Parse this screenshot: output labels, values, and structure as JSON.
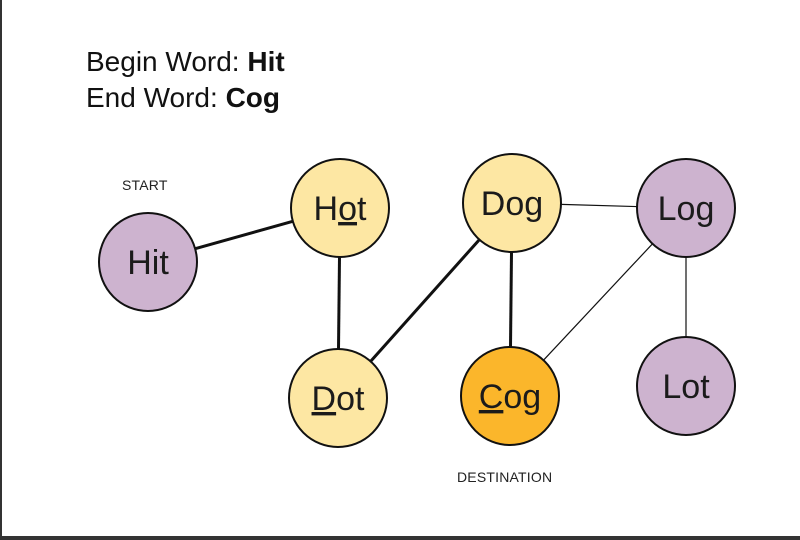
{
  "header": {
    "begin_label": "Begin Word:",
    "begin_word": "Hit",
    "end_label": "End Word:",
    "end_word": "Cog"
  },
  "labels": {
    "start": "START",
    "destination": "DESTINATION"
  },
  "colors": {
    "start_node": "#cdb3cf",
    "path_node": "#fde7a3",
    "destination_node": "#fbb62b",
    "other_node": "#cdb3cf",
    "edge": "#111111"
  },
  "nodes": [
    {
      "id": "hit",
      "word": "Hit",
      "role": "start_node",
      "underline_index": null
    },
    {
      "id": "hot",
      "word": "Hot",
      "role": "path_node",
      "underline_index": 1
    },
    {
      "id": "dot",
      "word": "Dot",
      "role": "path_node",
      "underline_index": 0
    },
    {
      "id": "dog",
      "word": "Dog",
      "role": "path_node",
      "underline_index": 2
    },
    {
      "id": "cog",
      "word": "Cog",
      "role": "destination_node",
      "underline_index": 0
    },
    {
      "id": "log",
      "word": "Log",
      "role": "other_node",
      "underline_index": null
    },
    {
      "id": "lot",
      "word": "Lot",
      "role": "other_node",
      "underline_index": null
    }
  ],
  "edges": [
    {
      "from": "hit",
      "to": "hot",
      "bold": true
    },
    {
      "from": "hot",
      "to": "dot",
      "bold": true
    },
    {
      "from": "dot",
      "to": "dog",
      "bold": true
    },
    {
      "from": "dog",
      "to": "cog",
      "bold": true
    },
    {
      "from": "dog",
      "to": "log",
      "bold": false
    },
    {
      "from": "log",
      "to": "cog",
      "bold": false
    },
    {
      "from": "log",
      "to": "lot",
      "bold": false
    }
  ]
}
